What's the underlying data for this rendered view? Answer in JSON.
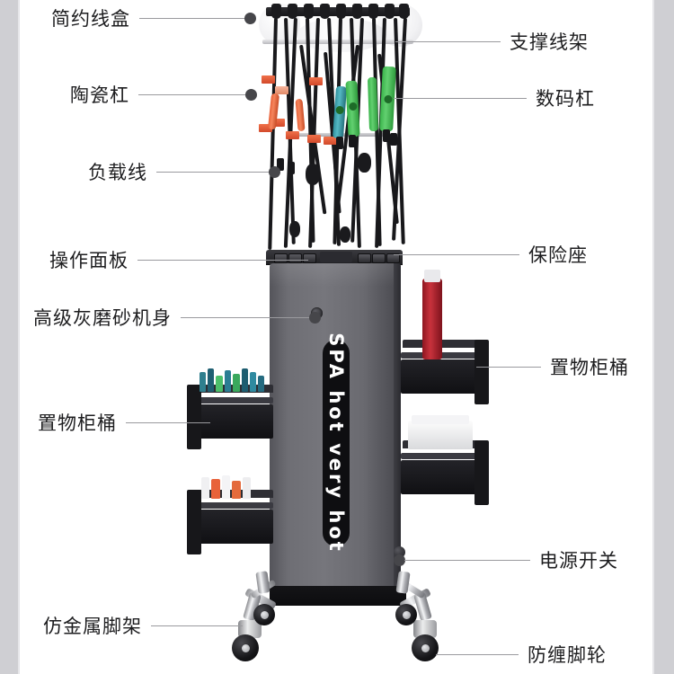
{
  "page": {
    "background_color": "#ffffff",
    "gutter_color": "#cfcfd3",
    "label_color": "#1d1d1f",
    "leader_color": "#9a9a9e",
    "dot_color": "#46464a"
  },
  "product": {
    "brand_text": "SPA hot very hot",
    "body_color": "#6e6e74",
    "accent_colors": {
      "digital_rod_green": "#4cc35d",
      "ceramic_clip_orange": "#e8623a",
      "tray_black": "#17171a",
      "chrome_leg": "#eceded",
      "spray_bottle_red": "#b4202a"
    }
  },
  "callouts": {
    "left": [
      {
        "id": "wire-box",
        "label": "简约线盒"
      },
      {
        "id": "ceramic-rod",
        "label": "陶瓷杠"
      },
      {
        "id": "load-wire",
        "label": "负载线"
      },
      {
        "id": "control-panel",
        "label": "操作面板"
      },
      {
        "id": "matte-grey-body",
        "label": "高级灰磨砂机身"
      },
      {
        "id": "storage-bin-left",
        "label": "置物柜桶"
      },
      {
        "id": "metal-leg-frame",
        "label": "仿金属脚架"
      }
    ],
    "right": [
      {
        "id": "support-rack",
        "label": "支撑线架"
      },
      {
        "id": "digital-rod",
        "label": "数码杠"
      },
      {
        "id": "fuse-holder",
        "label": "保险座"
      },
      {
        "id": "storage-bin-right",
        "label": "置物柜桶"
      },
      {
        "id": "power-switch",
        "label": "电源开关"
      },
      {
        "id": "anti-tangle-caster",
        "label": "防缠脚轮"
      }
    ]
  }
}
